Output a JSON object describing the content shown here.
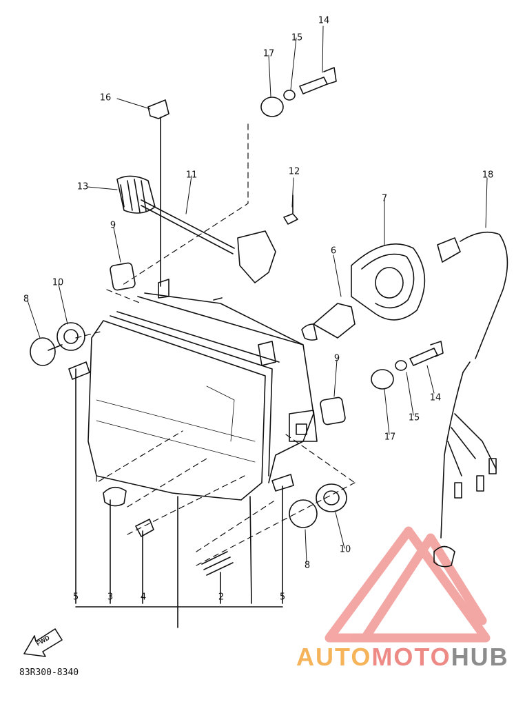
{
  "diagram_code": "83R300-8340",
  "forward_label": "FWD",
  "watermark": {
    "part1": "AUTO",
    "part2": "MOTO",
    "part3": "HUB"
  },
  "part_labels": [
    "14",
    "15",
    "17",
    "16",
    "12",
    "11",
    "13",
    "18",
    "7",
    "9",
    "6",
    "8",
    "10",
    "9",
    "14",
    "15",
    "17",
    "5",
    "3",
    "4",
    "2",
    "5",
    "8",
    "10"
  ],
  "colors": {
    "line": "#111111",
    "watermark_red": "#f08a86",
    "watermark_orange": "#f5b35a",
    "watermark_gray": "#8c8c8c"
  }
}
